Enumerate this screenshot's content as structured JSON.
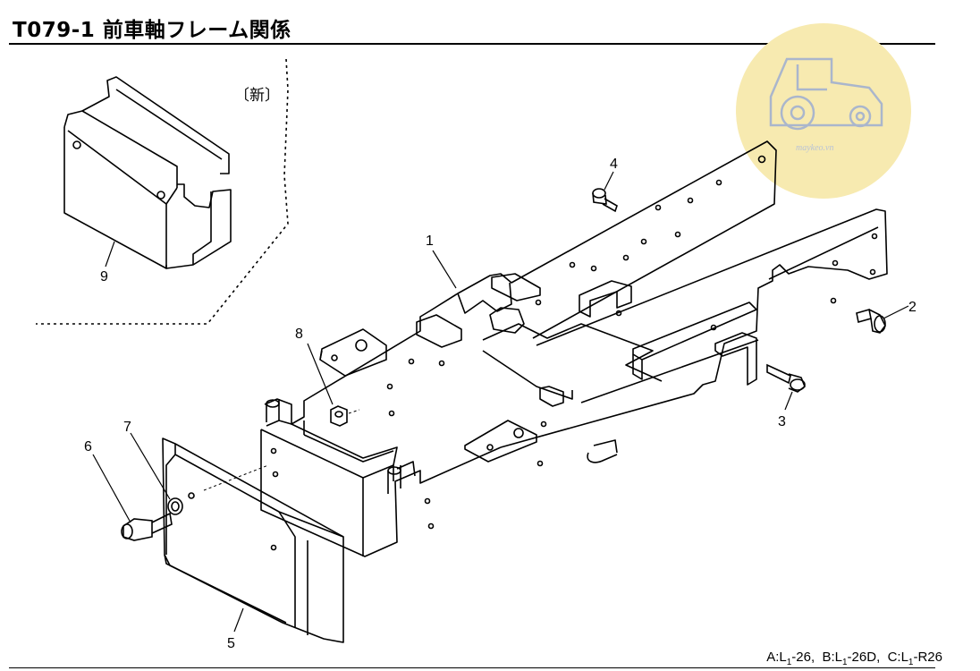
{
  "header": {
    "title": "T079-1 前車軸フレーム関係"
  },
  "diagram": {
    "new_tag": "〔新〕",
    "callouts": [
      "1",
      "2",
      "3",
      "4",
      "5",
      "6",
      "7",
      "8",
      "9"
    ]
  },
  "footer": {
    "models": [
      {
        "prefix": "A:L",
        "sub": "1",
        "suffix": "-26"
      },
      {
        "prefix": "B:L",
        "sub": "1",
        "suffix": "-26D"
      },
      {
        "prefix": "C:L",
        "sub": "1",
        "suffix": "-R26"
      }
    ]
  },
  "watermark": {
    "text": "maykeo.vn",
    "icon": "tractor-icon",
    "color": "#f7eab0"
  }
}
